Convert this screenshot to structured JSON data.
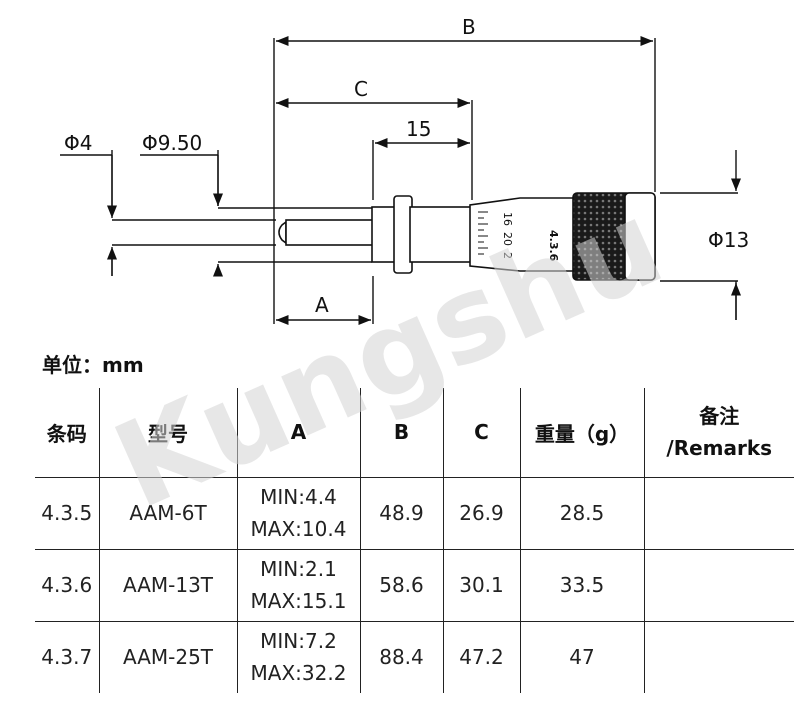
{
  "drawing": {
    "dim_b": "B",
    "dim_c": "C",
    "dim_15": "15",
    "dim_a": "A",
    "dim_phi4": "Φ4",
    "dim_phi950": "Φ9.50",
    "dim_phi13": "Φ13",
    "barrel_text": "4.3.6",
    "thimble_marks": [
      "16",
      "20",
      "2"
    ]
  },
  "unit_label": "单位：mm",
  "table": {
    "headers": [
      "条码",
      "型号",
      "A",
      "B",
      "C",
      "重量（g）",
      "备注",
      "/Remarks"
    ],
    "rows": [
      {
        "code": "4.3.5",
        "model": "AAM-6T",
        "a_min": "MIN:4.4",
        "a_max": "MAX:10.4",
        "b": "48.9",
        "c": "26.9",
        "weight": "28.5",
        "remarks": ""
      },
      {
        "code": "4.3.6",
        "model": "AAM-13T",
        "a_min": "MIN:2.1",
        "a_max": "MAX:15.1",
        "b": "58.6",
        "c": "30.1",
        "weight": "33.5",
        "remarks": ""
      },
      {
        "code": "4.3.7",
        "model": "AAM-25T",
        "a_min": "MIN:7.2",
        "a_max": "MAX:32.2",
        "b": "88.4",
        "c": "47.2",
        "weight": "47",
        "remarks": ""
      }
    ]
  },
  "watermark": "Kungshu"
}
